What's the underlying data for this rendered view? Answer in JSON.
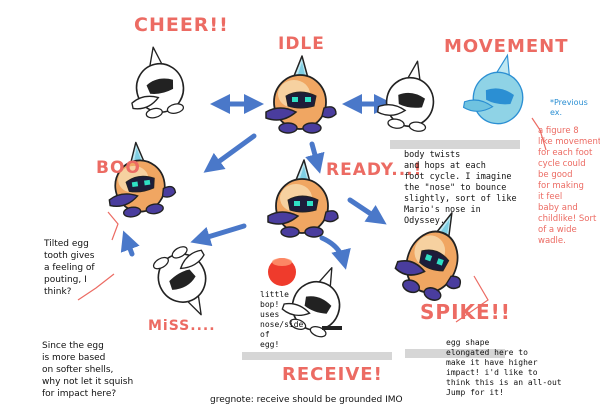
{
  "labels": {
    "cheer": "CHEER!!",
    "idle": "IDLE",
    "movement": "MOVEMENT",
    "boo": "BOO",
    "ready": "READY...!",
    "miss": "MiSS....",
    "receive": "RECEIVE!",
    "spike": "SPIKE!!"
  },
  "notes": {
    "movement_note": "body twists\nand hops at each\nfoot cycle. I imagine\nthe \"nose\" to bounce\nslightly, sort of like\nMario's nose in\nOdyssey.",
    "previous_ex": "*Previous\nex.",
    "figure8_note": "a figure 8\nlike movement\nfor each foot\ncycle could\nbe good\nfor making\nit feel\nbaby and\nchildlike! Sort\nof a wide\nwadle.",
    "boo_note": "Tilted egg\ntooth gives\na feeling of\npouting, I\nthink?",
    "miss_note": "Since the egg\nis more based\non softer shells,\nwhy not let it squish\nfor impact here?",
    "receive_note": "little\nbop!\nuses\nnose/side\nof\negg!",
    "spike_note": "egg shape\nelongated here to\nmake it have higher\nimpact! i'd like to\nthink this is an all-out\nJump for it!",
    "gregnote": "gregnote: receive should be grounded IMO"
  },
  "colors": {
    "accent_red": "#ec6b63",
    "arrow_blue": "#4a78c9",
    "body_orange": "#f0a662",
    "body_cream": "#f7dcb0",
    "nose_purple": "#4a3d9e",
    "horn_cyan": "#8fd3e6",
    "eye_teal": "#2fe0c4",
    "sketch_blue": "#3ab0df"
  },
  "icons": [
    "creature-idle",
    "creature-cheer",
    "creature-movement-sketch",
    "creature-movement-blue",
    "creature-boo",
    "creature-ready",
    "creature-miss",
    "creature-receive",
    "creature-spike",
    "red-ball",
    "arrow"
  ]
}
